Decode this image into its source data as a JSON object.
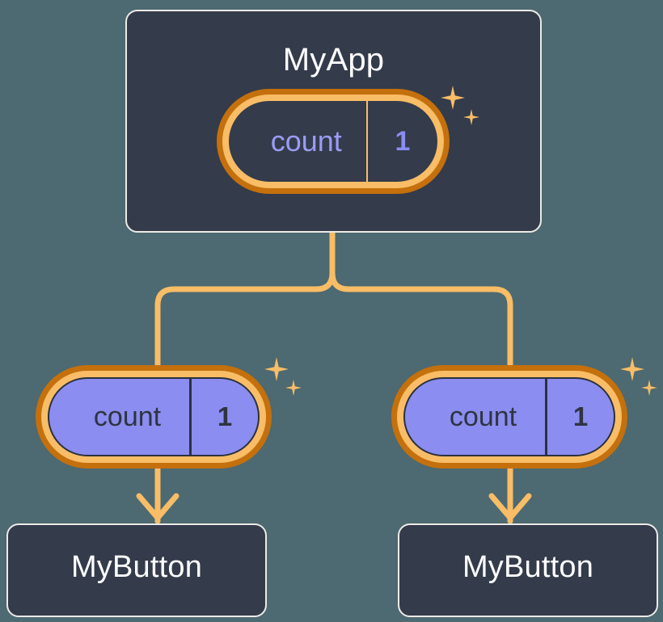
{
  "diagram": {
    "title_visible": false,
    "background_color": "#4d6971",
    "accent_orange": "#f8bd66",
    "accent_orange_dark": "#c4700d",
    "card_fill": "#343b4b",
    "card_border": "#eceae6",
    "pill_purple": "#8b8df0",
    "state_key_color_dark": "#9a9cf5",
    "state_value_color_dark": "#898cf2",
    "text_dark": "#2e3440"
  },
  "root": {
    "label": "MyApp",
    "state": {
      "key": "count",
      "value": "1"
    }
  },
  "branches": [
    {
      "side": "left",
      "state": {
        "key": "count",
        "value": "1"
      },
      "child": {
        "label": "MyButton"
      }
    },
    {
      "side": "right",
      "state": {
        "key": "count",
        "value": "1"
      },
      "child": {
        "label": "MyButton"
      }
    }
  ]
}
